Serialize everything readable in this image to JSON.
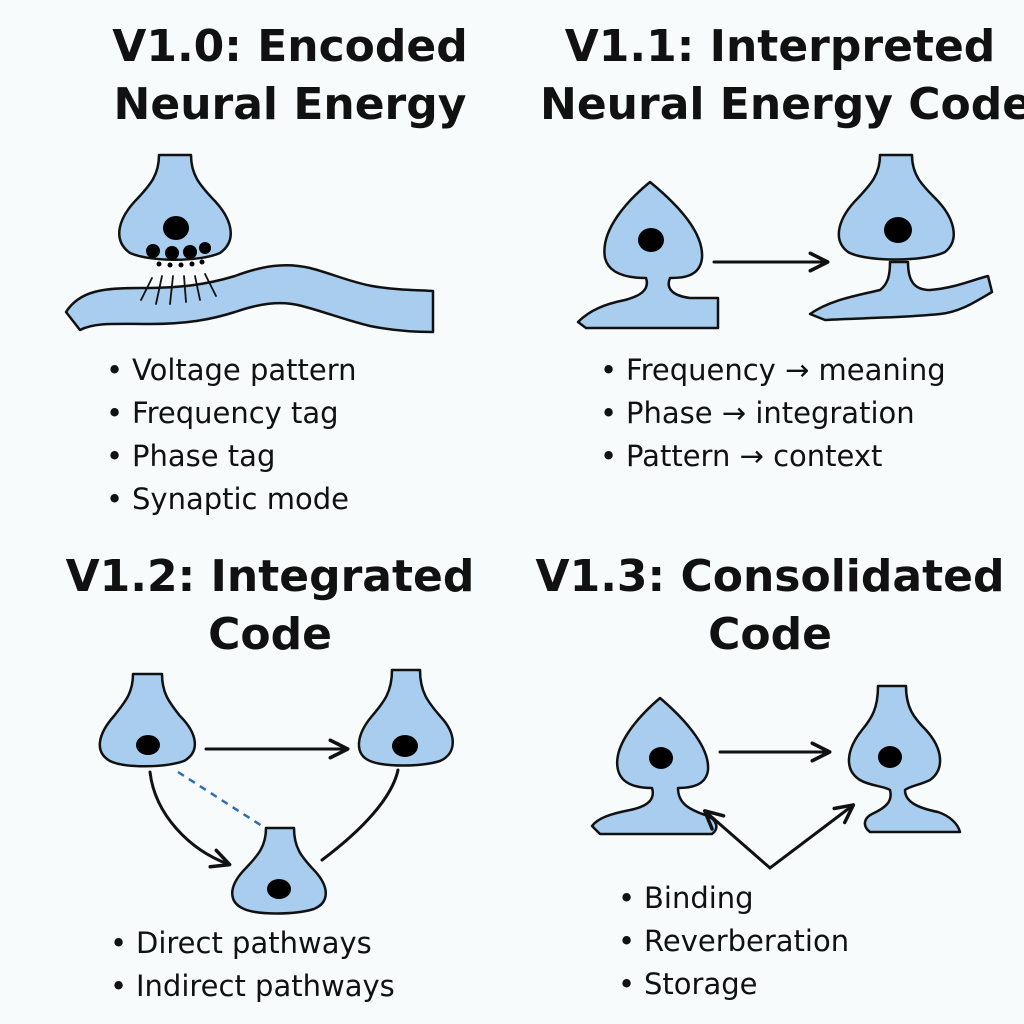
{
  "panels": [
    {
      "title_line1": "V1.0: Encoded",
      "title_line2": "Neural Energy",
      "bullets": [
        "Voltage pattern",
        "Frequency tag",
        "Phase tag",
        "Synaptic mode"
      ]
    },
    {
      "title_line1": "V1.1: Interpreted",
      "title_line2": "Neural Energy Code",
      "bullets": [
        "Frequency → meaning",
        "Phase → integration",
        "Pattern → context"
      ]
    },
    {
      "title_line1": "V1.2: Integrated",
      "title_line2": "Code",
      "bullets": [
        "Direct pathways",
        "Indirect pathways"
      ]
    },
    {
      "title_line1": "V1.3: Consolidated",
      "title_line2": "Code",
      "bullets": [
        "Binding",
        "Reverberation",
        "Storage"
      ]
    }
  ],
  "colors": {
    "background": "#f7fbfc",
    "neuron_fill": "#a8cdee",
    "outline": "#111111",
    "dashed_link": "#2f6db5"
  }
}
